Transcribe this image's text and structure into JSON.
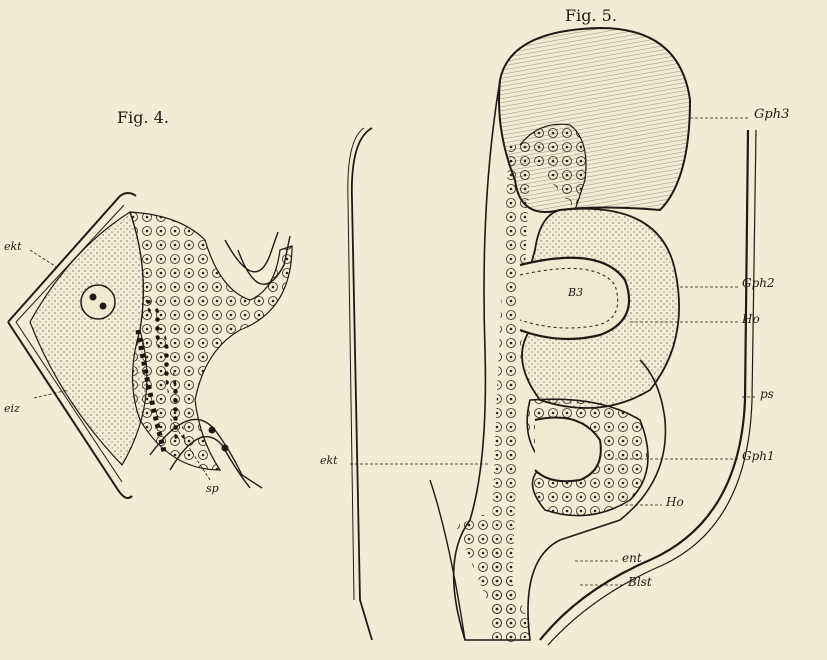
{
  "fig4": {
    "title": "Fig. 4.",
    "labels": {
      "ekt": "ekt",
      "eiz": "eiz",
      "sp": "sp"
    }
  },
  "fig5": {
    "title": "Fig. 5.",
    "labels": {
      "gph3": "Gph3",
      "gph2": "Gph2",
      "ho_upper": "Ho",
      "ps": "ps",
      "ekt": "ekt",
      "gph1": "Gph1",
      "ho_lower": "Ho",
      "ent": "ent",
      "blst": "Blst",
      "b3": "B3"
    }
  },
  "colors": {
    "paper": "#f1ecd3",
    "ink": "#1f1b14"
  }
}
